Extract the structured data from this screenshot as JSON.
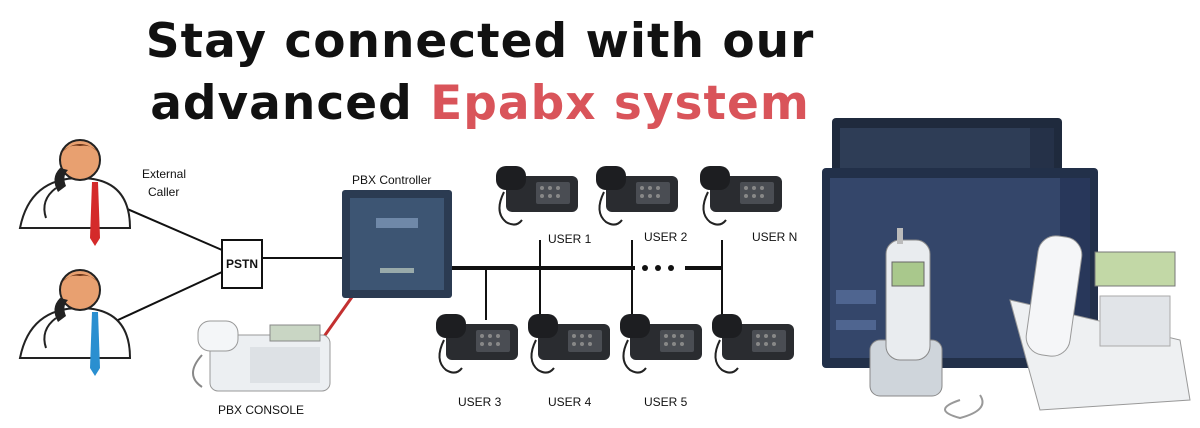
{
  "headline": {
    "line1": "Stay connected with our",
    "line2_plain": "advanced ",
    "line2_accent": "Epabx system"
  },
  "labels": {
    "external_caller_1": "External",
    "external_caller_2": "Caller",
    "pstn": "PSTN",
    "pbx_controller": "PBX Controller",
    "pbx_console": "PBX CONSOLE",
    "user1": "USER 1",
    "user2": "USER 2",
    "userN": "USER N",
    "user3": "USER 3",
    "user4": "USER 4",
    "user5": "USER 5"
  },
  "colors": {
    "accent": "#d9545a",
    "tie": "#d42a2a",
    "tie_blue": "#2a8fd0",
    "cabinet": "#2a3a52"
  }
}
